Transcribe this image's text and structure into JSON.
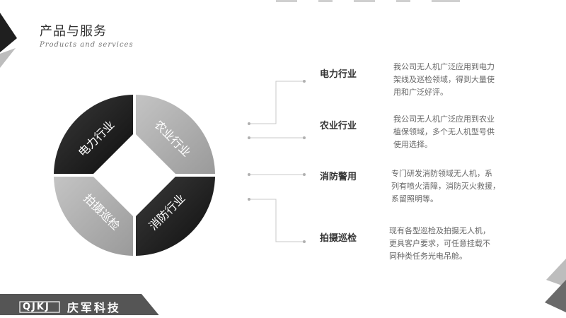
{
  "header": {
    "title": "产品与服务",
    "subtitle": "Products and services"
  },
  "ring": {
    "segments": [
      {
        "label": "电力行业",
        "color": "#2a2a2a"
      },
      {
        "label": "农业行业",
        "color": "#a8a8a8"
      },
      {
        "label": "消防行业",
        "color": "#2a2a2a"
      },
      {
        "label": "拍摄巡检",
        "color": "#a8a8a8"
      }
    ]
  },
  "services": [
    {
      "title": "电力行业",
      "description": [
        "我公司无人机广泛应用到电力",
        "架线及巡检领域，得到大量使",
        "用和广泛好评。"
      ]
    },
    {
      "title": "农业行业",
      "description": [
        "我公司无人机广泛应用到农业",
        "植保领域，多个无人机型号供",
        "使用选择。"
      ]
    },
    {
      "title": "消防警用",
      "description": [
        "专门研发消防领域无人机，系",
        "列有喷火清障，消防灭火救援，",
        "系留照明等。"
      ]
    },
    {
      "title": "拍摄巡检",
      "description": [
        "现有各型巡检及拍摄无人机，",
        "更具客户要求，可任意挂载不",
        "同种类任务光电吊舱。"
      ]
    }
  ],
  "footer": {
    "logo": "QJKJ",
    "brand": "庆军科技"
  }
}
